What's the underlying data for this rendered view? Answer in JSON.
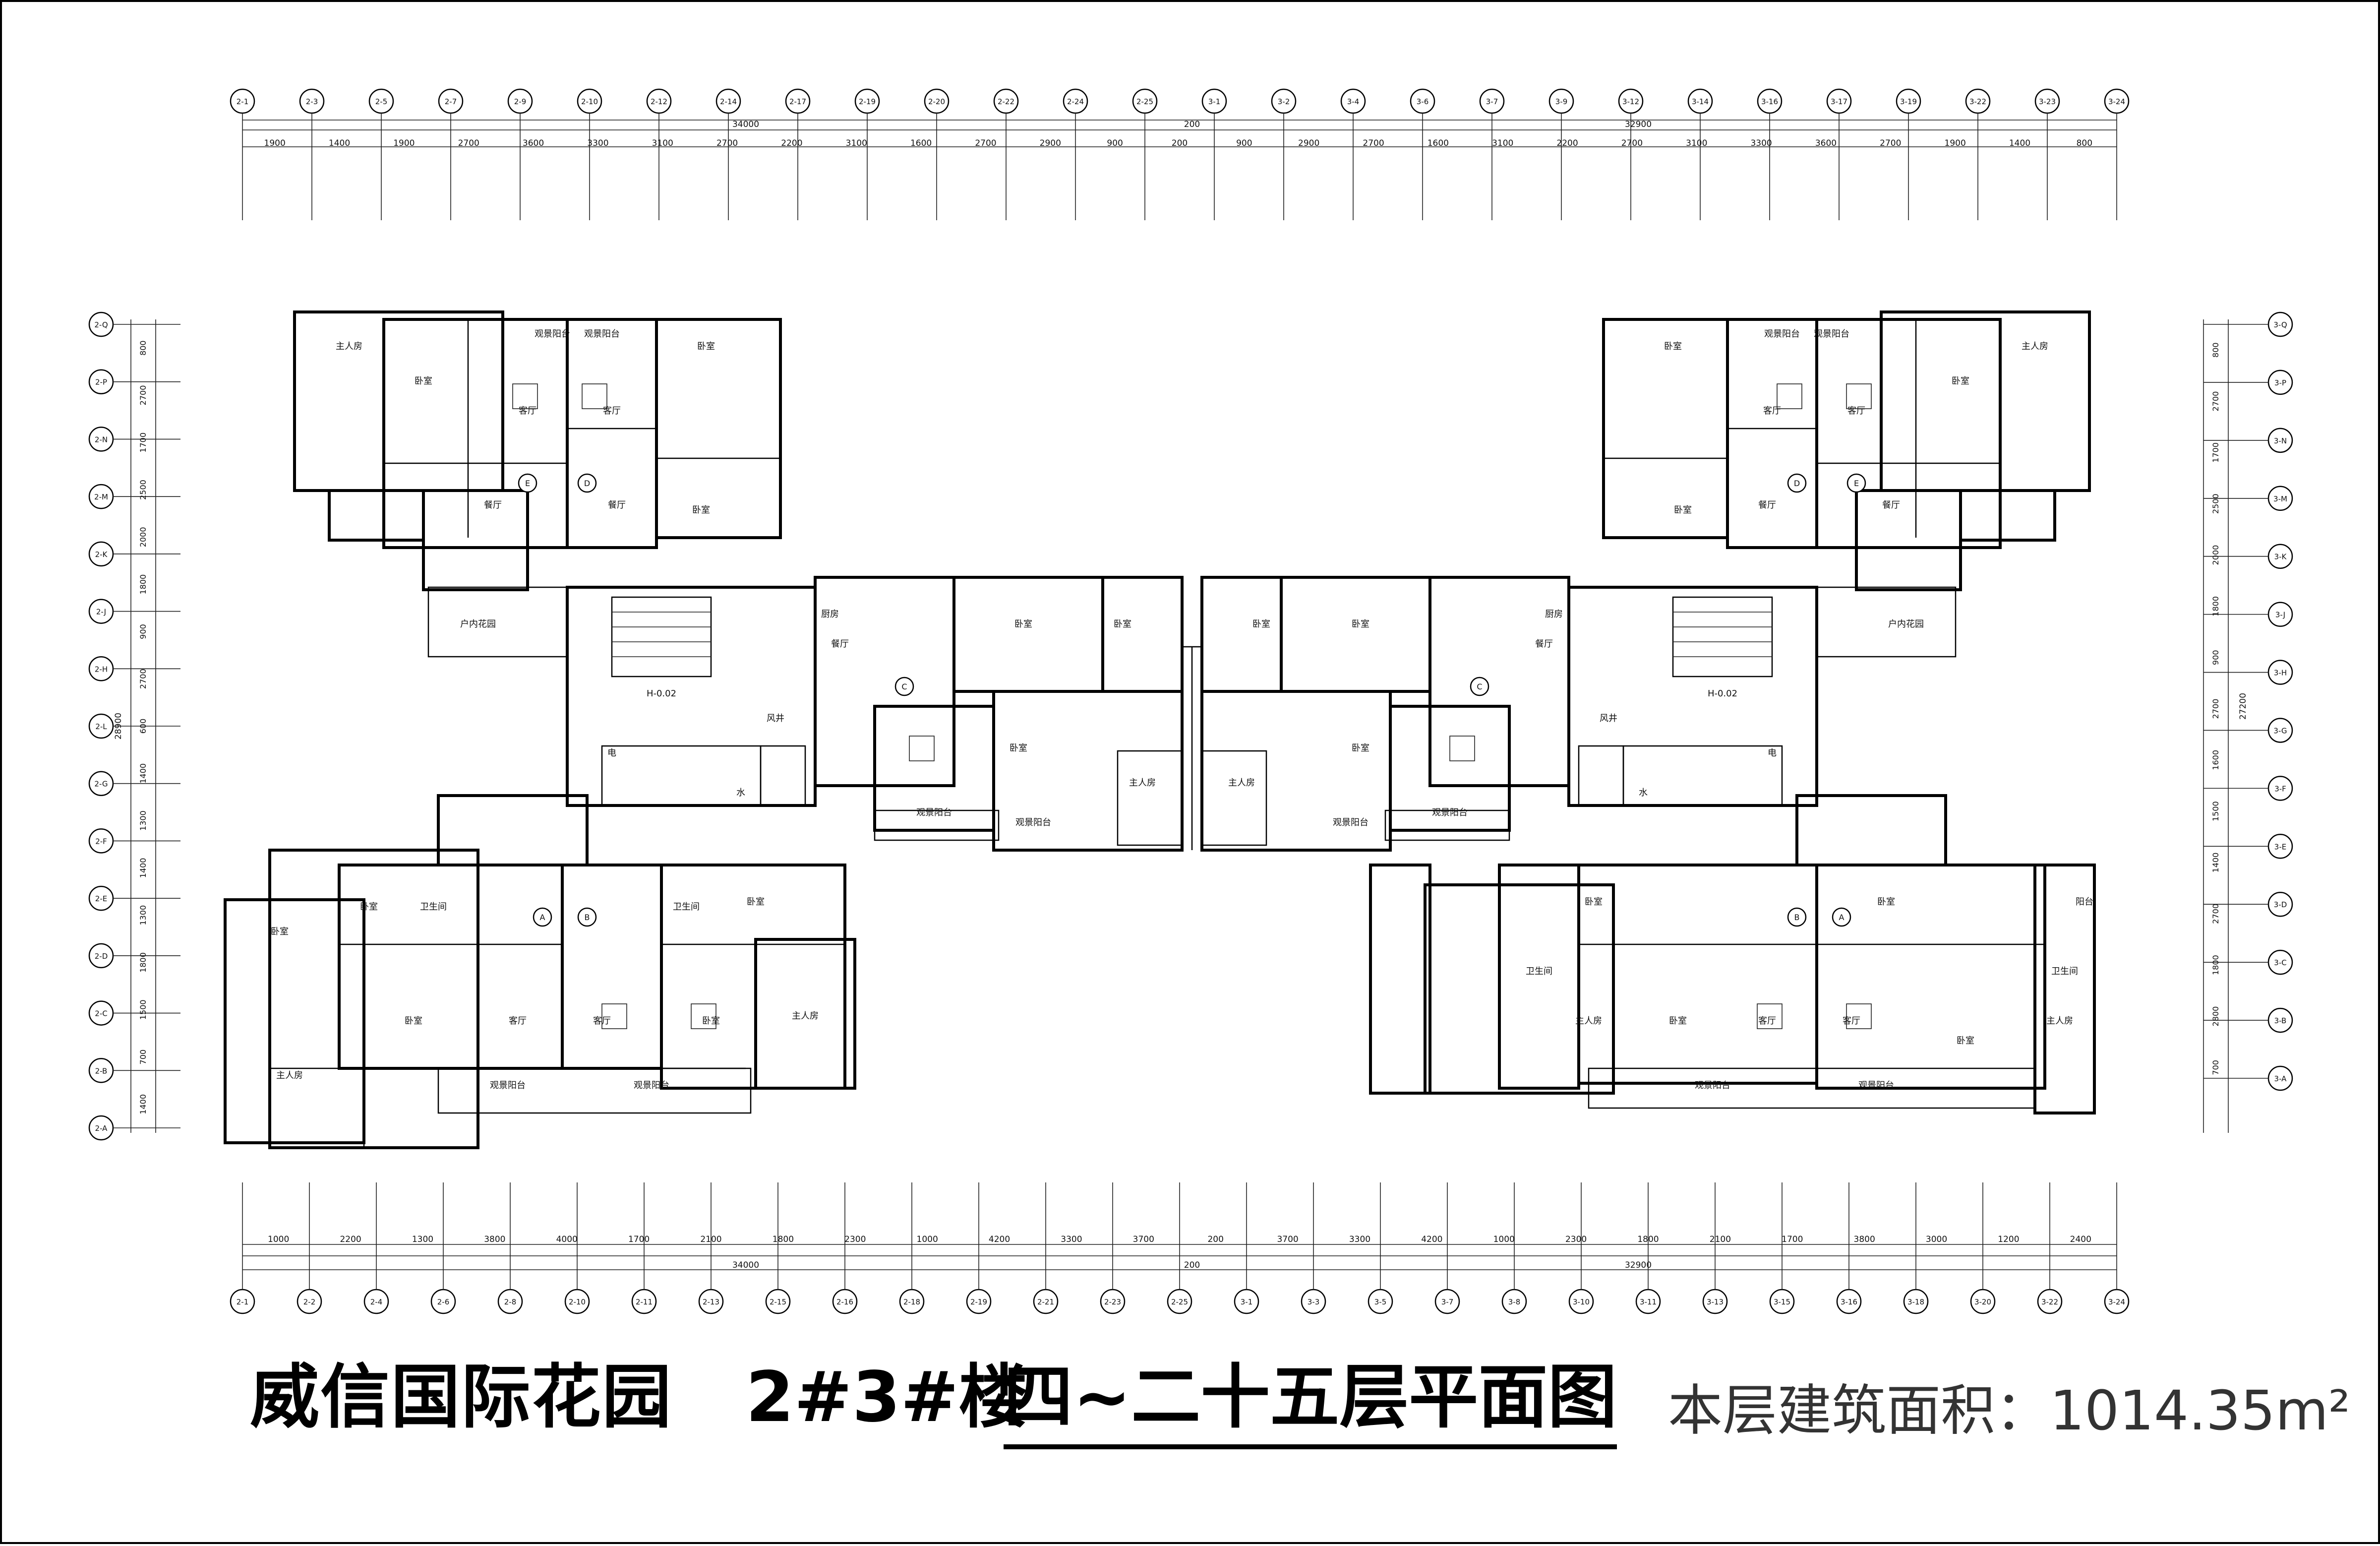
{
  "title_block": {
    "project_name": "威信国际花园",
    "building": "2#3#楼",
    "floor_plan_title": "四~二十五层平面图",
    "area_label": "本层建筑面积：1014.35m²"
  },
  "top_axis_labels": [
    "2-1",
    "2-3",
    "2-5",
    "2-7",
    "2-9",
    "2-10",
    "2-12",
    "2-14",
    "2-17",
    "2-19",
    "2-20",
    "2-22",
    "2-24",
    "2-25",
    "3-1",
    "3-2",
    "3-4",
    "3-6",
    "3-7",
    "3-9",
    "3-12",
    "3-14",
    "3-16",
    "3-17",
    "3-19",
    "3-22",
    "3-23",
    "3-24"
  ],
  "top_dimensions": [
    "1900",
    "1400",
    "1900",
    "2700",
    "3600",
    "3300",
    "3100",
    "2700",
    "2200",
    "3100",
    "1600",
    "2700",
    "2900",
    "900",
    "200",
    "900",
    "2900",
    "2700",
    "1600",
    "3100",
    "2200",
    "2700",
    "3100",
    "3300",
    "3600",
    "2700",
    "1900",
    "1400",
    "800"
  ],
  "top_totals": [
    "34000",
    "200",
    "32900"
  ],
  "bottom_axis_labels": [
    "2-1",
    "2-2",
    "2-4",
    "2-6",
    "2-8",
    "2-10",
    "2-11",
    "2-13",
    "2-15",
    "2-16",
    "2-18",
    "2-19",
    "2-21",
    "2-23",
    "2-25",
    "3-1",
    "3-3",
    "3-5",
    "3-7",
    "3-8",
    "3-10",
    "3-11",
    "3-13",
    "3-15",
    "3-16",
    "3-18",
    "3-20",
    "3-22",
    "3-24"
  ],
  "bottom_dimensions": [
    "1000",
    "2200",
    "1300",
    "3800",
    "4000",
    "1700",
    "2100",
    "1800",
    "2300",
    "1000",
    "4200",
    "3300",
    "3700",
    "200",
    "3700",
    "3300",
    "4200",
    "1000",
    "2300",
    "1800",
    "2100",
    "1700",
    "3800",
    "3000",
    "1200",
    "2400"
  ],
  "bottom_totals": [
    "34000",
    "200",
    "32900"
  ],
  "left_axis_labels": [
    "2-Q",
    "2-P",
    "2-N",
    "2-M",
    "2-K",
    "2-J",
    "2-H",
    "2-L",
    "2-G",
    "2-F",
    "2-E",
    "2-D",
    "2-C",
    "2-B",
    "2-A"
  ],
  "left_dimensions": [
    "800",
    "2700",
    "1700",
    "2500",
    "2000",
    "1800",
    "900",
    "2700",
    "600",
    "1400",
    "1300",
    "1400",
    "1300",
    "1800",
    "1500",
    "700",
    "1400"
  ],
  "left_total": "28900",
  "right_axis_labels": [
    "3-Q",
    "3-P",
    "3-N",
    "3-M",
    "3-K",
    "3-J",
    "3-H",
    "3-G",
    "3-F",
    "3-E",
    "3-D",
    "3-C",
    "3-B",
    "3-A"
  ],
  "right_dimensions": [
    "800",
    "2700",
    "1700",
    "2500",
    "2000",
    "1800",
    "900",
    "2700",
    "1600",
    "1500",
    "1400",
    "2700",
    "1800",
    "2800",
    "700"
  ],
  "right_total": "27200",
  "unit_labels": [
    "A",
    "B",
    "C",
    "D",
    "E"
  ],
  "rooms": {
    "master_bedroom": "主人房",
    "bedroom": "卧室",
    "living_room": "客厅",
    "dining_room": "餐厅",
    "kitchen": "厨房",
    "bathroom": "卫生间",
    "balcony": "观景阳台",
    "garden": "户内花园",
    "airwell": "风井",
    "water": "水",
    "electric": "电",
    "balcony_small": "阳台",
    "elev_text": "H-0.02"
  }
}
